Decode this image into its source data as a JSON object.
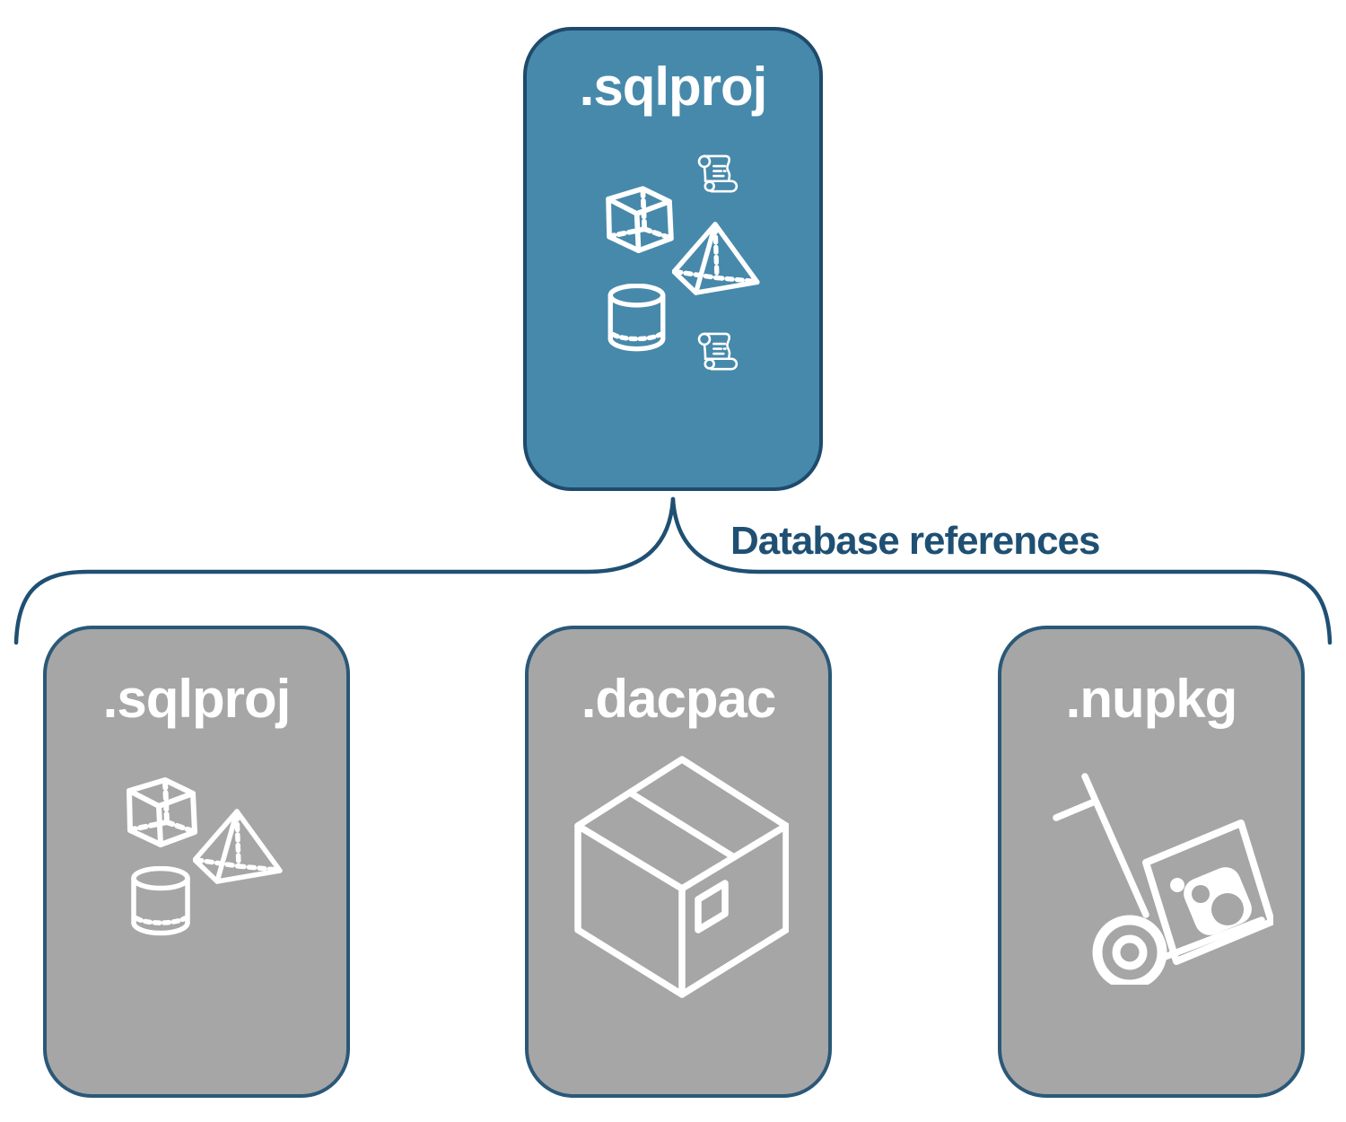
{
  "page": {
    "background": "#FFFFFF"
  },
  "main_card": {
    "label": ".sqlproj",
    "icons": [
      "scroll-icon",
      "cube-icon",
      "pyramid-icon",
      "cylinder-icon",
      "scroll-icon"
    ]
  },
  "connector": {
    "label": "Database references"
  },
  "cards": [
    {
      "id": "sqlproj",
      "label": ".sqlproj",
      "icons": [
        "cube-icon",
        "pyramid-icon",
        "cylinder-icon"
      ]
    },
    {
      "id": "dacpac",
      "label": ".dacpac",
      "icons": [
        "package-box-icon"
      ]
    },
    {
      "id": "nupkg",
      "label": ".nupkg",
      "icons": [
        "hand-truck-icon"
      ]
    }
  ],
  "colors": {
    "main_card_fill": "#4789AB",
    "main_card_border": "#1E4A6C",
    "gray_card_fill": "#A6A6A6",
    "gray_card_border": "#2B5878",
    "connector_line": "#1F5073",
    "connector_text": "#1F5073",
    "icon_stroke": "#FFFFFF",
    "background": "#FFFFFF"
  }
}
